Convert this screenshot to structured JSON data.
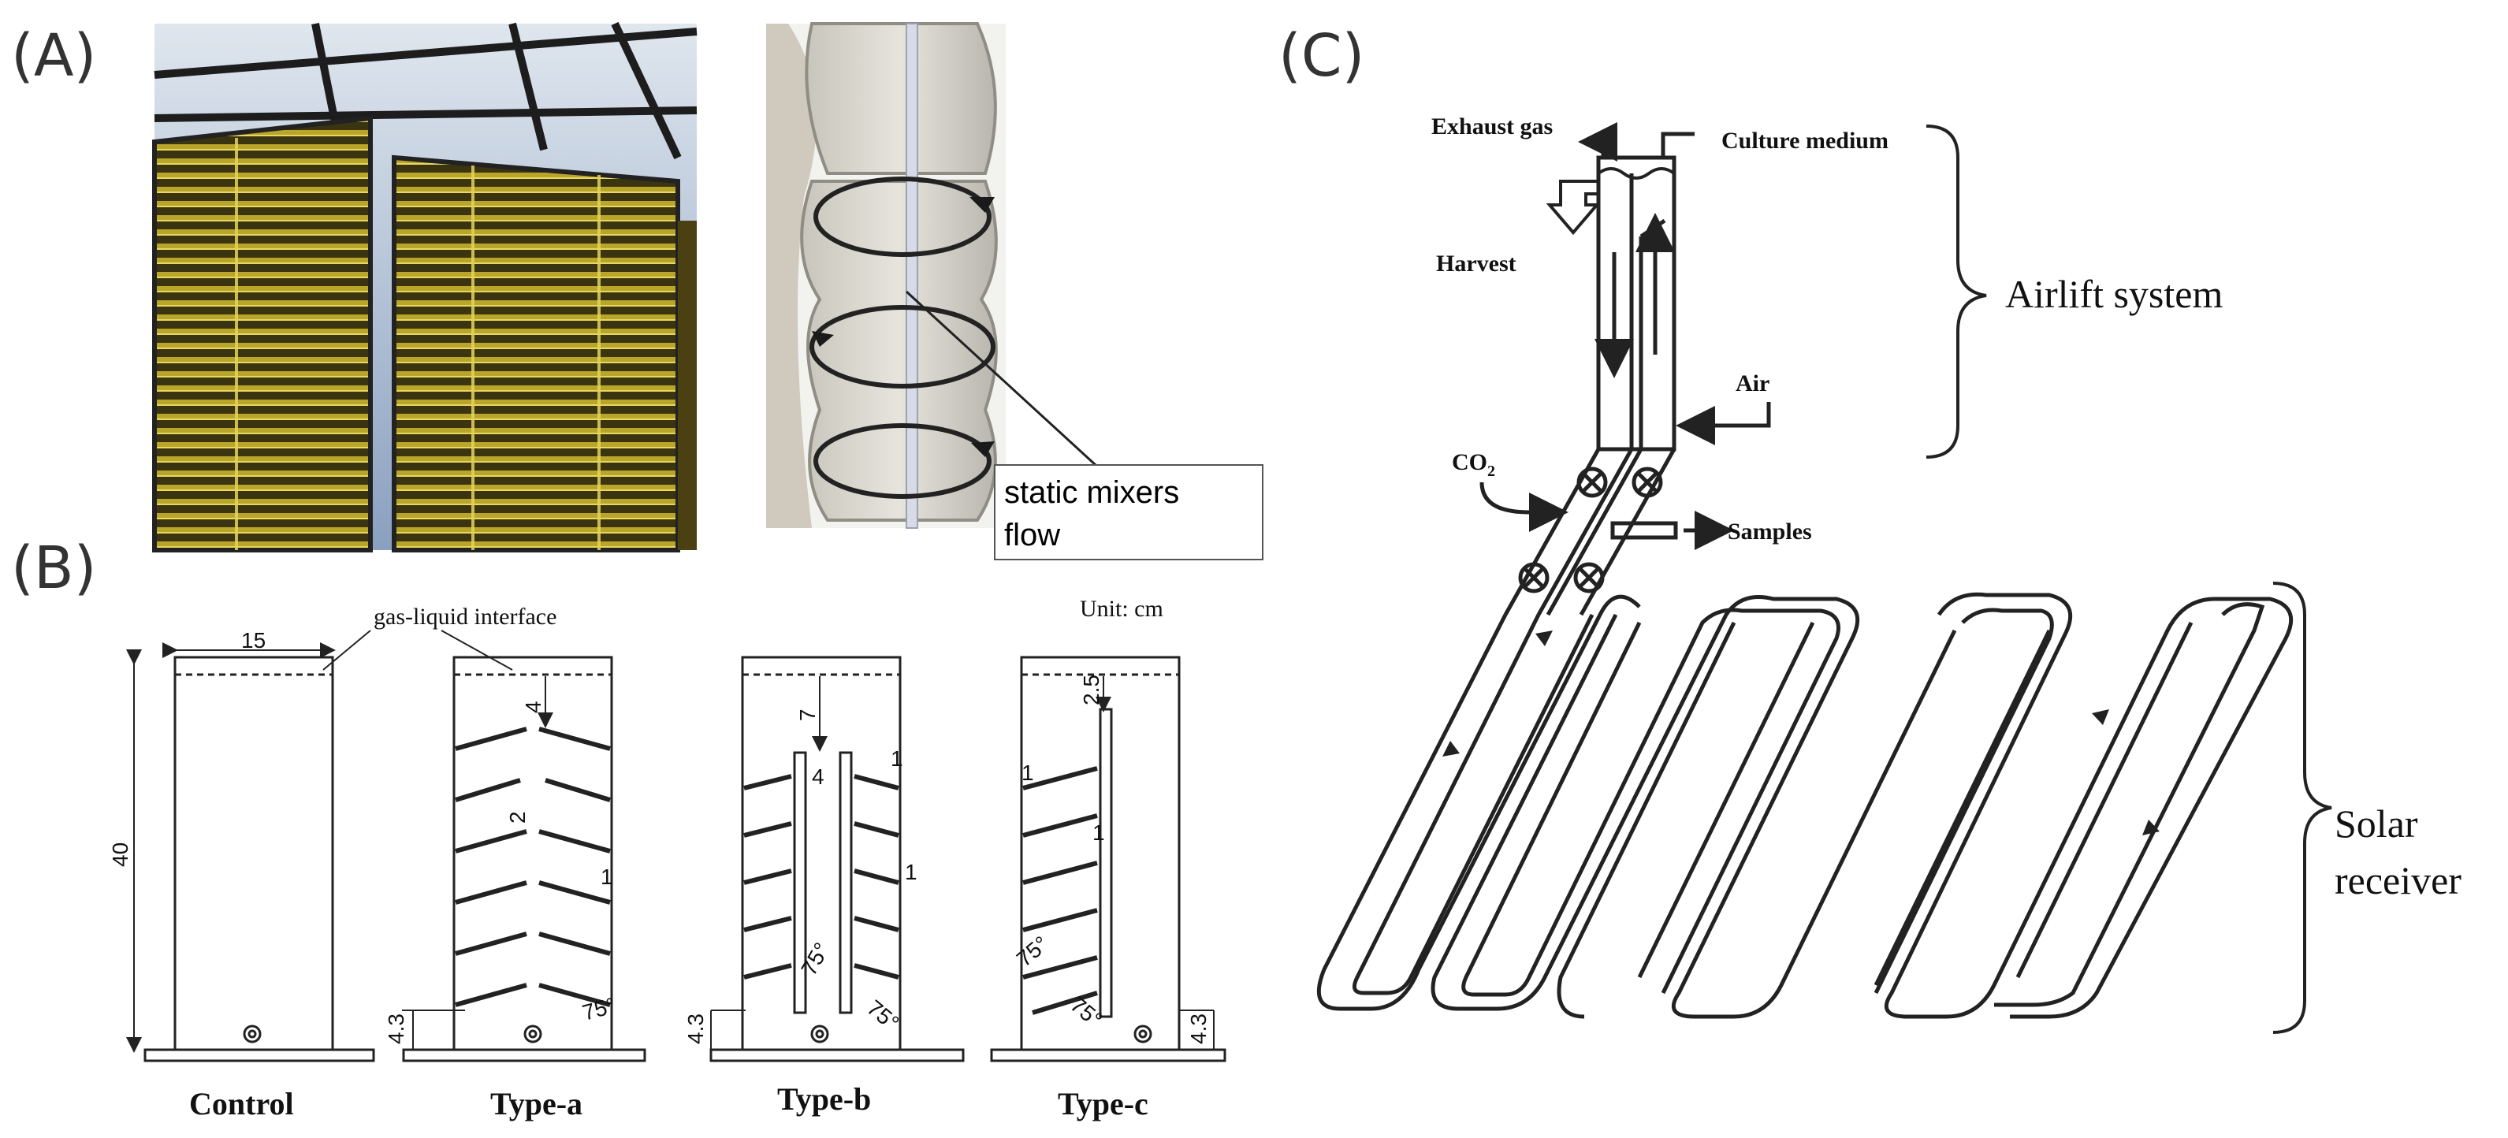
{
  "panels": {
    "a": {
      "letter": "(A)"
    },
    "b": {
      "letter": "(B)"
    },
    "c": {
      "letter": "(C)"
    }
  },
  "panel_a": {
    "mixer_callout": "static mixers\nflow",
    "photo1_icon": "greenhouse-flat-panel-photobioreactors-photo",
    "photo2_icon": "static-mixer-closeup-photo"
  },
  "panel_b": {
    "unit": "Unit: cm",
    "interface_label": "gas-liquid interface",
    "reactors": [
      {
        "caption": "Control"
      },
      {
        "caption": "Type-a"
      },
      {
        "caption": "Type-b"
      },
      {
        "caption": "Type-c"
      }
    ],
    "dims": {
      "width": "15",
      "height": "40",
      "base_a": "4.3",
      "base_b": "4.3",
      "base_c": "4.3",
      "a_top": "4",
      "a_gap": "2",
      "a_thick": "1",
      "a_angle": "75°",
      "b_top": "7",
      "b_gap": "4",
      "b_thick_top": "1",
      "b_thick_mid": "1",
      "b_angle_1": "75°",
      "b_angle_2": "75°",
      "c_top": "2.5",
      "c_thick_1": "1",
      "c_thick_2": "1",
      "c_angle_1": "75°",
      "c_angle_2": "75°"
    }
  },
  "panel_c": {
    "exhaust": "Exhaust gas",
    "culture": "Culture medium",
    "harvest": "Harvest",
    "air": "Air",
    "co2": "CO",
    "co2_sub": "2",
    "samples": "Samples",
    "airlift": "Airlift system",
    "solar_1": "Solar",
    "solar_2": "receiver"
  }
}
